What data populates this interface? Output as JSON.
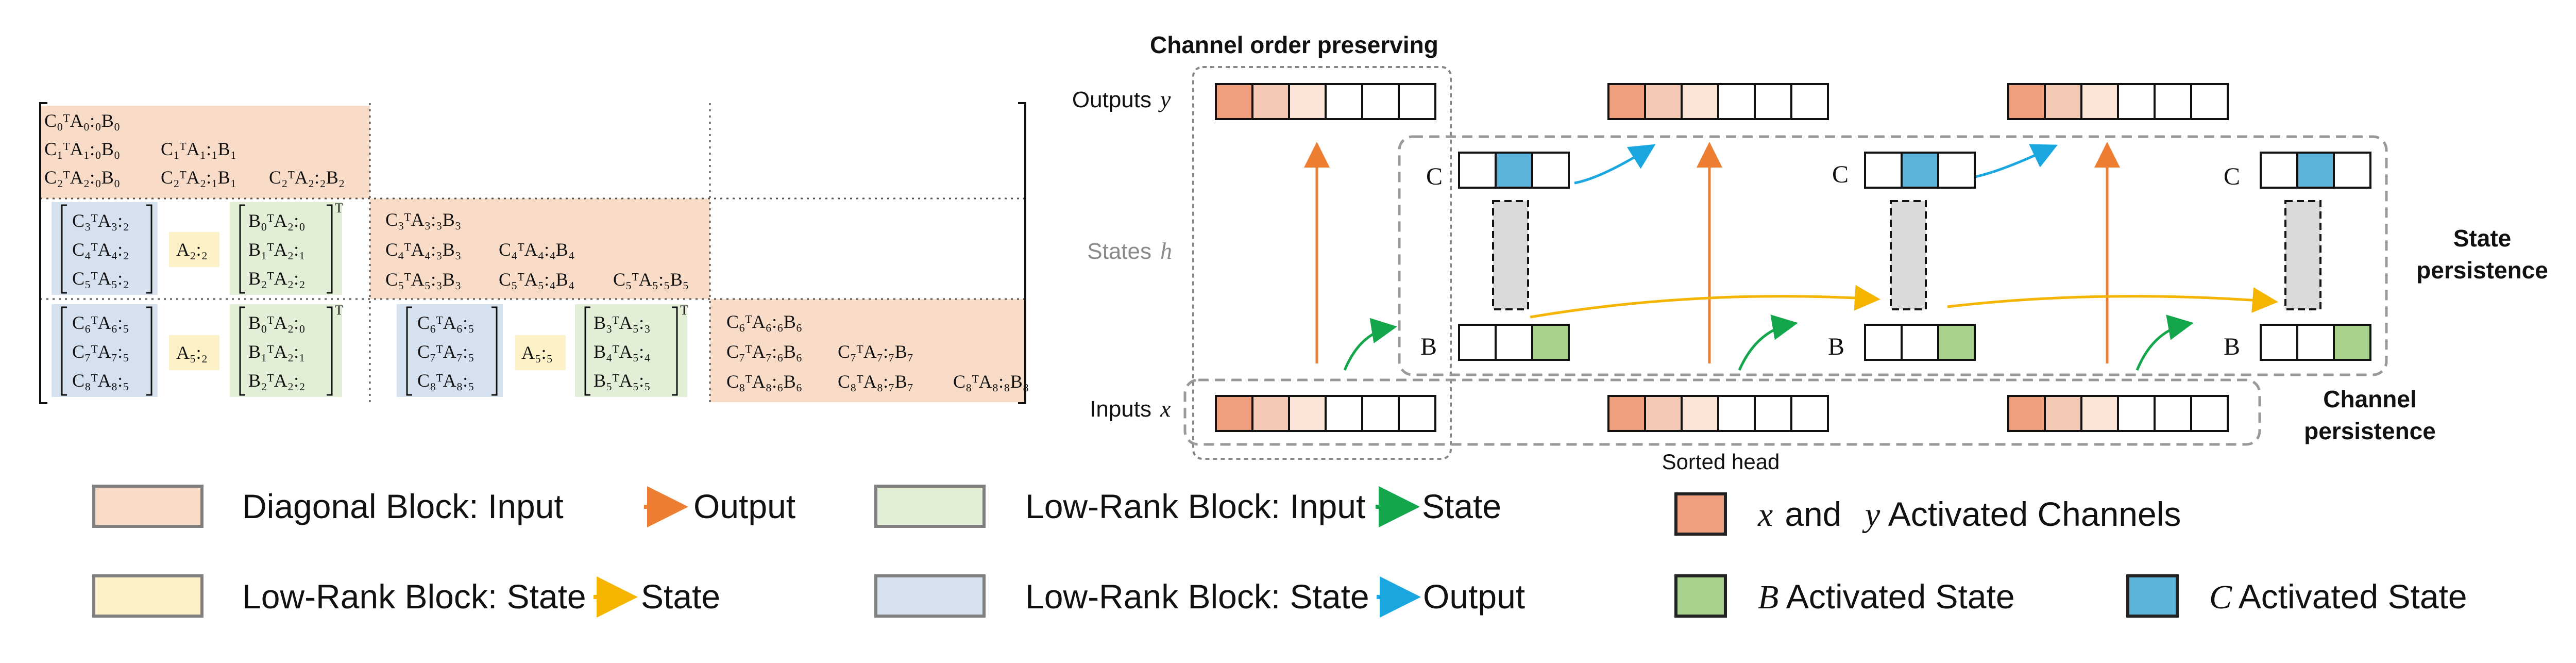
{
  "matrix": {
    "row1": [
      "C₀ᵀA₀:₀B₀",
      "C₁ᵀA₁:₀B₀",
      "C₁ᵀA₁:₁B₁",
      "C₂ᵀA₂:₀B₀",
      "C₂ᵀA₂:₁B₁",
      "C₂ᵀA₂:₂B₂"
    ],
    "row2": {
      "c_col": [
        "C₃ᵀA₃:₂",
        "C₄ᵀA₄:₂",
        "C₅ᵀA₅:₂"
      ],
      "a_mid": "A₂:₂",
      "b_col": [
        "B₀ᵀA₂:₀",
        "B₁ᵀA₂:₁",
        "B₂ᵀA₂:₂"
      ],
      "t_sup": "T",
      "diag": [
        "C₃ᵀA₃:₃B₃",
        "C₄ᵀA₄:₃B₃",
        "C₄ᵀA₄:₄B₄",
        "C₅ᵀA₅:₃B₃",
        "C₅ᵀA₅:₄B₄",
        "C₅ᵀA₅:₅B₅"
      ]
    },
    "row3": {
      "c_col1": [
        "C₆ᵀA₆:₅",
        "C₇ᵀA₇:₅",
        "C₈ᵀA₈:₅"
      ],
      "a_mid1": "A₅:₂",
      "b_col1": [
        "B₀ᵀA₂:₀",
        "B₁ᵀA₂:₁",
        "B₂ᵀA₂:₂"
      ],
      "c_col2": [
        "C₆ᵀA₆:₅",
        "C₇ᵀA₇:₅",
        "C₈ᵀA₈:₅"
      ],
      "a_mid2": "A₅:₅",
      "b_col2": [
        "B₃ᵀA₅:₃",
        "B₄ᵀA₅:₄",
        "B₅ᵀA₅:₅"
      ],
      "t_sup": "T",
      "diag": [
        "C₆ᵀA₆:₆B₆",
        "C₇ᵀA₇:₆B₆",
        "C₇ᵀA₇:₇B₇",
        "C₈ᵀA₈:₆B₆",
        "C₈ᵀA₈:₇B₇",
        "C₈ᵀA₈:₈B₈"
      ]
    }
  },
  "diagram": {
    "title": "Channel order preserving",
    "outputs_label": "Outputs",
    "outputs_var": "y",
    "states_label": "States",
    "states_var": "h",
    "inputs_label": "Inputs",
    "inputs_var": "x",
    "c_label": "C",
    "b_label": "B",
    "state_persistence": [
      "State",
      "persistence"
    ],
    "channel_persistence": [
      "Channel",
      "persistence"
    ],
    "sorted_head": "Sorted head"
  },
  "legend": {
    "diag": "Diagonal Block: Input",
    "diag_to": "Output",
    "lr_in": "Low-Rank Block: Input",
    "lr_in_to": "State",
    "lr_ss": "Low-Rank Block: State",
    "lr_ss_to": "State",
    "lr_so": "Low-Rank Block: State",
    "lr_so_to": "Output",
    "xy_var1": "x",
    "xy_and": " and ",
    "xy_var2": "y",
    "xy_rest": " Activated Channels",
    "b_var": "B",
    "b_rest": " Activated State",
    "c_var": "C",
    "c_rest": " Activated State"
  },
  "colors": {
    "diag_fill": "#f9dcc8",
    "lowrank_in_fill": "#e2efd6",
    "lowrank_ss_fill": "#fdf1c7",
    "lowrank_so_fill": "#d6e1f0",
    "xy_channel": "#ef9e7e",
    "b_state": "#a9d18e",
    "c_state": "#5eb3db",
    "arrow_orange": "#ed7d31",
    "arrow_green": "#13a64a",
    "arrow_yellow": "#f4b400",
    "arrow_blue": "#1aa7df"
  }
}
